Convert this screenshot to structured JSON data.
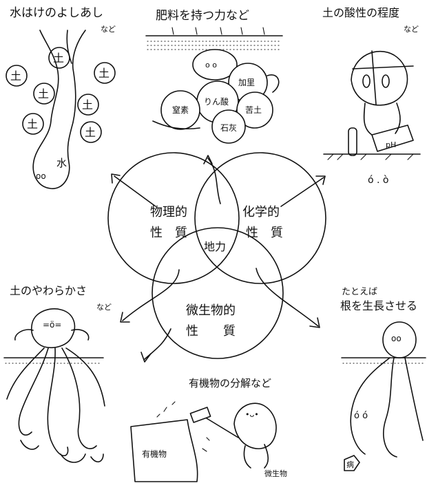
{
  "center": {
    "physical": [
      "物理的",
      "性　質"
    ],
    "chemical": [
      "化学的",
      "性　質"
    ],
    "biological": [
      "微生物的",
      "性　　質"
    ],
    "overlap": "地力"
  },
  "panels": {
    "water": {
      "title": "水はけのよしあし",
      "note": "など",
      "soil_char": "土",
      "water_char": "水"
    },
    "fertilizer": {
      "title": "肥料を持つ力など",
      "balls": [
        "加里",
        "りん酸",
        "苦土",
        "窒素",
        "石灰"
      ]
    },
    "acidity": {
      "title": "土の酸性の程度",
      "note": "など",
      "meter_label": "pH"
    },
    "softness": {
      "title": "土のやわらかさ",
      "note": "など"
    },
    "growth": {
      "line1": "たとえば",
      "line2": "根を生長させる"
    },
    "decompose": {
      "title": "有機物の分解など",
      "organic": "有機物",
      "microbe": "微生物",
      "pathogen": "病"
    }
  }
}
